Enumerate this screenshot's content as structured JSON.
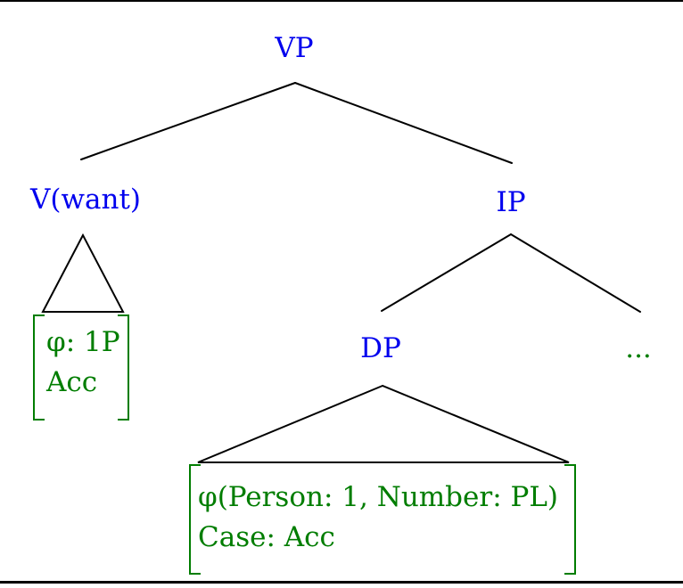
{
  "diagram": {
    "kind": "syntax-tree",
    "colors": {
      "node_label": "#0000ee",
      "feature_text": "#007d00",
      "branch_line": "#000000",
      "background": "#ffffff"
    },
    "tree": {
      "root": {
        "label": "VP"
      },
      "verb": {
        "label": "V(want)",
        "features": {
          "line1": "φ: 1P",
          "line2": "Acc"
        }
      },
      "ip": {
        "label": "IP"
      },
      "dp": {
        "label": "DP",
        "features": {
          "line1": "φ(Person: 1, Number: PL)",
          "line2": "Case: Acc"
        }
      },
      "ellipsis": {
        "label": "..."
      }
    }
  }
}
